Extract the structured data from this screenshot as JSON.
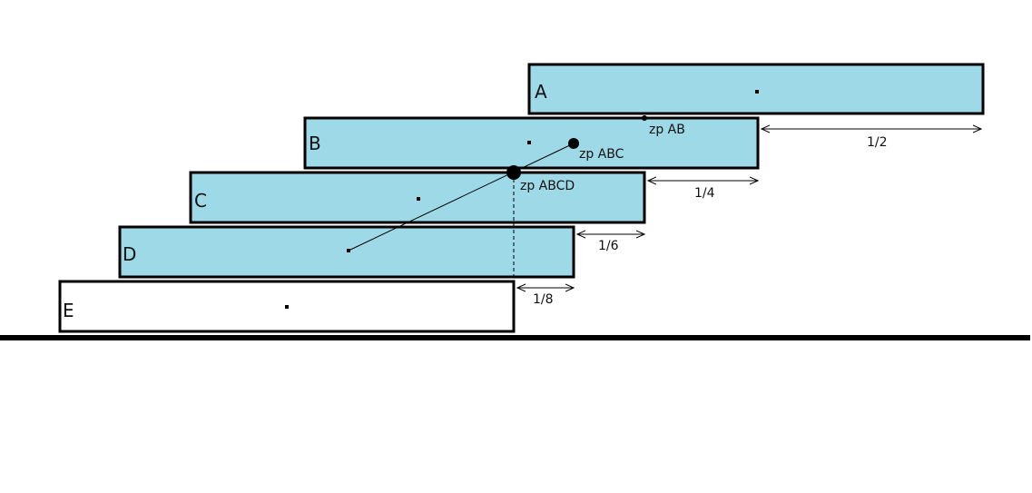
{
  "colors": {
    "block_fill": "#9ed9e8",
    "unfilled_block": "#ffffff",
    "stroke": "#000000"
  },
  "blocks": [
    {
      "label": "A",
      "filled": true
    },
    {
      "label": "B",
      "filled": true
    },
    {
      "label": "C",
      "filled": true
    },
    {
      "label": "D",
      "filled": true
    },
    {
      "label": "E",
      "filled": false
    }
  ],
  "centers_of_mass": [
    {
      "label": "zp AB"
    },
    {
      "label": "zp ABC"
    },
    {
      "label": "zp ABCD"
    }
  ],
  "overhangs": [
    "1/2",
    "1/4",
    "1/6",
    "1/8"
  ]
}
